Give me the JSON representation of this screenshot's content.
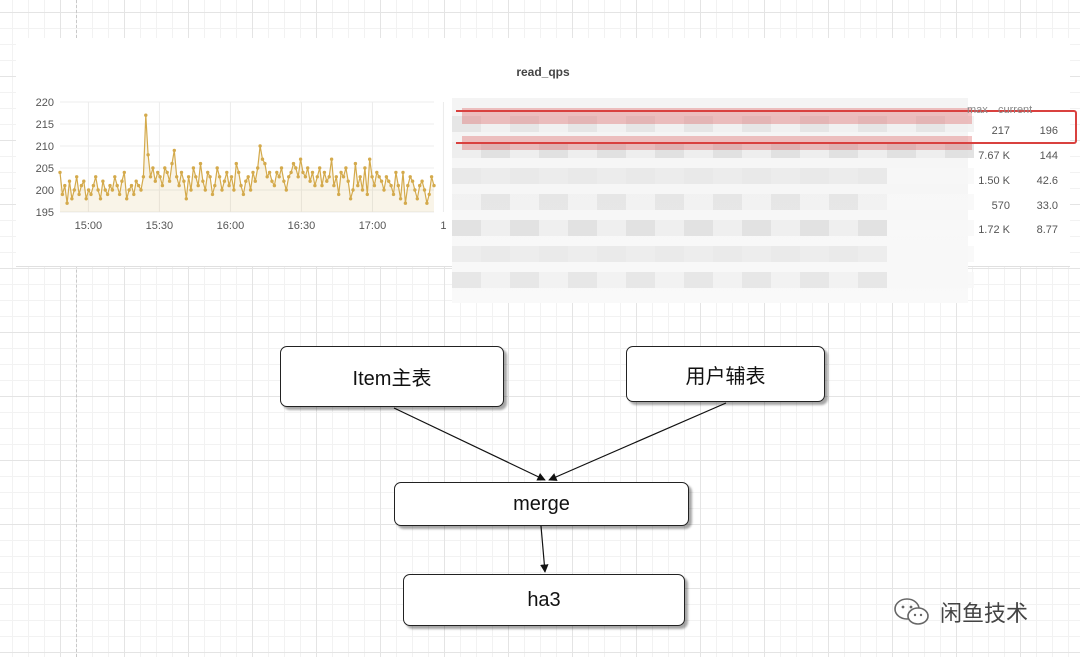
{
  "panel": {
    "title": "read_qps",
    "legend_headers": {
      "max": "max",
      "current": "current"
    },
    "legend_rows": [
      {
        "max": "217",
        "current": "196"
      },
      {
        "max": "7.67 K",
        "current": "144"
      },
      {
        "max": "1.50 K",
        "current": "42.6"
      },
      {
        "max": "570",
        "current": "33.0"
      },
      {
        "max": "1.72 K",
        "current": "8.77"
      }
    ],
    "highlight_color": "#d9413f"
  },
  "chart_data": {
    "type": "line",
    "title": "read_qps",
    "xlabel": "",
    "ylabel": "",
    "xlim": [
      "14:48",
      "17:26"
    ],
    "ylim": [
      195,
      220
    ],
    "y_ticks": [
      "195",
      "200",
      "205",
      "210",
      "215",
      "220"
    ],
    "x_ticks": [
      "15:00",
      "15:30",
      "16:00",
      "16:30",
      "17:00",
      "1"
    ],
    "x_tick_minutes": [
      0,
      30,
      60,
      90,
      120,
      150
    ],
    "x_start_minute": -12,
    "x_end_minute": 146,
    "series_color": "#d4aa4c",
    "series": [
      {
        "values": [
          204,
          199,
          201,
          197,
          202,
          198,
          200,
          203,
          199,
          201,
          202,
          198,
          200,
          199,
          201,
          203,
          200,
          198,
          202,
          200,
          199,
          201,
          200,
          203,
          201,
          199,
          202,
          204,
          198,
          200,
          201,
          199,
          202,
          201,
          200,
          203,
          217,
          208,
          203,
          205,
          202,
          204,
          203,
          201,
          205,
          204,
          202,
          206,
          209,
          203,
          201,
          204,
          202,
          198,
          203,
          200,
          205,
          203,
          201,
          206,
          202,
          200,
          204,
          203,
          199,
          201,
          205,
          203,
          200,
          202,
          204,
          201,
          203,
          200,
          206,
          204,
          201,
          199,
          202,
          203,
          200,
          204,
          202,
          205,
          210,
          207,
          206,
          203,
          204,
          202,
          201,
          204,
          203,
          205,
          202,
          200,
          203,
          204,
          206,
          205,
          203,
          207,
          204,
          203,
          205,
          202,
          204,
          201,
          203,
          205,
          201,
          204,
          202,
          203,
          207,
          201,
          203,
          199,
          204,
          203,
          205,
          202,
          198,
          200,
          206,
          201,
          203,
          200,
          205,
          199,
          207,
          203,
          201,
          204,
          203,
          202,
          200,
          203,
          202,
          201,
          199,
          204,
          201,
          198,
          204,
          197,
          201,
          203,
          202,
          200,
          198,
          201,
          202,
          200,
          197,
          199,
          203,
          201
        ]
      }
    ],
    "grid": true
  },
  "diagram": {
    "nodes": {
      "item": "Item主表",
      "user": "用户辅表",
      "merge": "merge",
      "ha3": "ha3"
    }
  },
  "watermark": {
    "text": "闲鱼技术",
    "icon": "wechat-icon"
  }
}
